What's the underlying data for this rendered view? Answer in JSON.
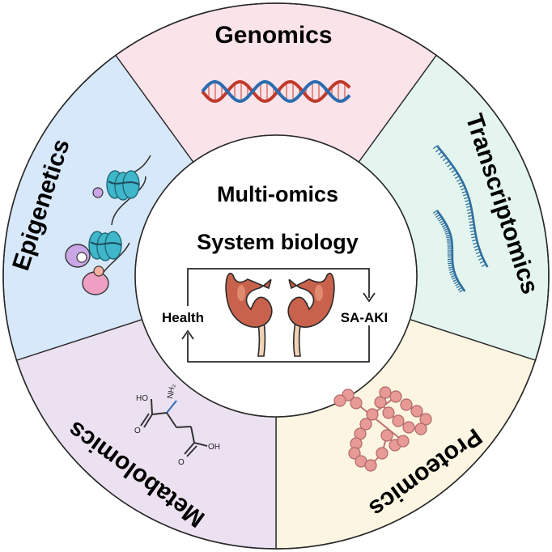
{
  "segments": [
    {
      "id": "genomics",
      "label": "Genomics",
      "color": "#fbe3ea"
    },
    {
      "id": "transcriptomics",
      "label": "Transcriptomics",
      "color": "#e3f5ee"
    },
    {
      "id": "proteomics",
      "label": "Proteomics",
      "color": "#fbf5e1"
    },
    {
      "id": "metabolomics",
      "label": "Metabolomics",
      "color": "#ece1f1"
    },
    {
      "id": "epigenetics",
      "label": "Epigenetics",
      "color": "#d8e8fb"
    }
  ],
  "center": {
    "title_line1": "Multi-omics",
    "title_line2": "System biology",
    "cycle_left": "Health",
    "cycle_right": "SA-AKI"
  },
  "chem": {
    "oh1": "HO",
    "nh2": "NH₂",
    "oh2": "OH",
    "o1": "O",
    "o2": "O"
  },
  "icons": {
    "genomics": "dna-double-helix-icon",
    "transcriptomics": "rna-strands-icon",
    "proteomics": "protein-chain-icon",
    "metabolomics": "glutamic-acid-molecule-icon",
    "epigenetics": "nucleosome-icon",
    "center": "kidneys-icon"
  },
  "colors": {
    "outline": "#2a2a2a",
    "kidney": "#c9624d",
    "kidney_highlight": "#e08a70",
    "ureter": "#f1d2b5",
    "dna_red": "#c0392b",
    "dna_blue": "#2b6cb0",
    "rna": "#2f6f9f",
    "protein": "#e79a96",
    "nucleosome": "#3fb6c9",
    "enzyme_purple": "#c9a7e6",
    "enzyme_pink": "#ee9fc2"
  }
}
